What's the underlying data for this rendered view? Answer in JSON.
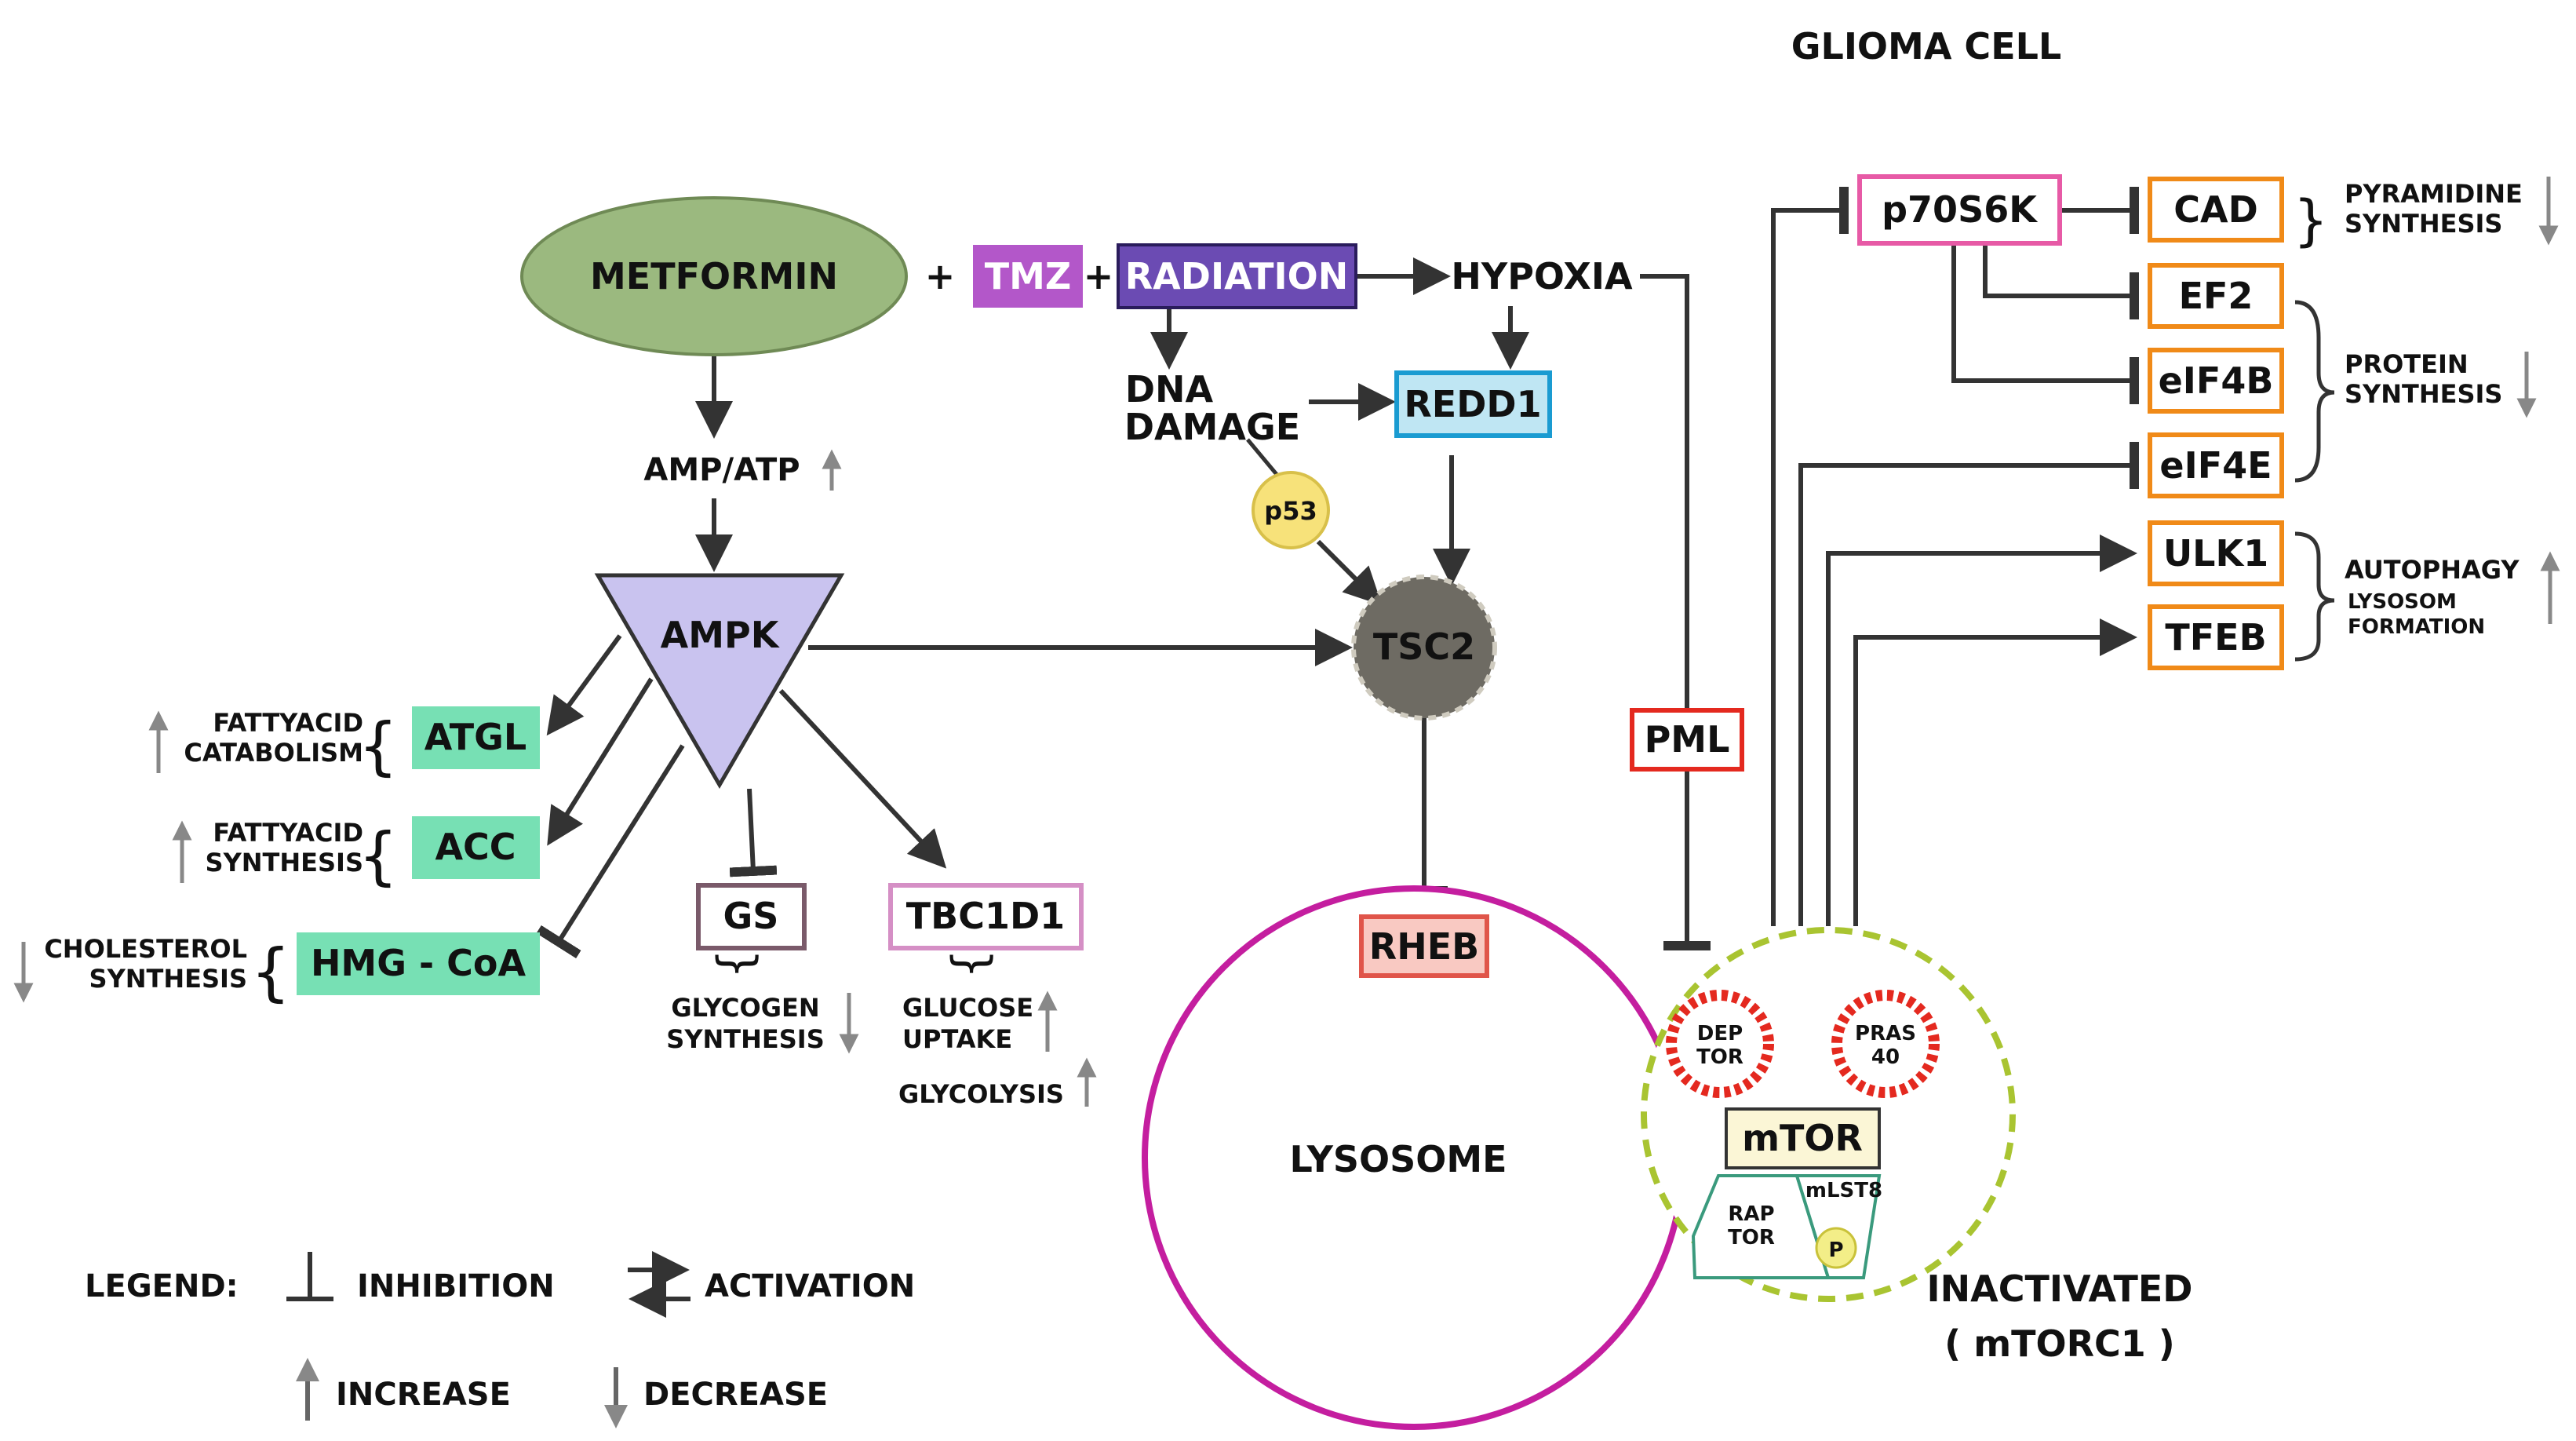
{
  "title": "GLIOMA CELL",
  "drugs": {
    "metformin": "METFORMIN",
    "plus1": "+",
    "tmz": "TMZ",
    "plus2": "+",
    "radiation": "RADIATION"
  },
  "nodes": {
    "hypoxia": "HYPOXIA",
    "dna_damage_1": "DNA",
    "dna_damage_2": "DAMAGE",
    "redd1": "REDD1",
    "p53": "p53",
    "amp_atp": "AMP/ATP",
    "ampk": "AMPK",
    "tsc2": "TSC2",
    "pml": "PML",
    "rheb": "RHEB",
    "lysosome": "LYSOSOME",
    "atgl": "ATGL",
    "acc": "ACC",
    "hmg_coa": "HMG - CoA",
    "gs": "GS",
    "tbc1d1": "TBC1D1",
    "p70s6k": "p70S6K",
    "cad": "CAD",
    "ef2": "EF2",
    "eif4b": "eIF4B",
    "eif4e": "eIF4E",
    "ulk1": "ULK1",
    "tfeb": "TFEB"
  },
  "effects": {
    "fatty_catabolism": [
      "FATTYACID",
      "CATABOLISM"
    ],
    "fatty_synthesis": [
      "FATTYACID",
      "SYNTHESIS"
    ],
    "cholesterol": [
      "CHOLESTEROL",
      "SYNTHESIS"
    ],
    "glycogen": [
      "GLYCOGEN",
      "SYNTHESIS"
    ],
    "glucose": [
      "GLUCOSE",
      "UPTAKE"
    ],
    "glycolysis": "GLYCOLYSIS",
    "pyramidine": [
      "PYRAMIDINE",
      "SYNTHESIS"
    ],
    "protein": [
      "PROTEIN",
      "SYNTHESIS"
    ],
    "autophagy": [
      "AUTOPHAGY",
      "LYSOSOM",
      "FORMATION"
    ]
  },
  "mtorc1": {
    "deptor": [
      "DEP",
      "TOR"
    ],
    "pras40": [
      "PRAS",
      "40"
    ],
    "mtor": "mTOR",
    "raptor": [
      "RAP",
      "TOR"
    ],
    "mlst8": "mLST8",
    "p": "P",
    "label1": "INACTIVATED",
    "label2": "( mTORC1 )"
  },
  "legend": {
    "title": "LEGEND:",
    "inhibition": "INHIBITION",
    "activation": "ACTIVATION",
    "increase": "INCREASE",
    "decrease": "DECREASE"
  },
  "colors": {
    "metformin": "#9bb97f",
    "tmz": "#b357c9",
    "radiation": "#6b4bb3",
    "ampk": "#c9c3ef",
    "tsc2": "#6e6b63",
    "p53": "#f7e27a",
    "green_box": "#77e0b4",
    "redd1": "#bfe6f3",
    "lysosome": "#c41e9f",
    "mtorc1_ring": "#a9c431",
    "red": "#e4291f",
    "orange": "#f08a18",
    "pink": "#e75aa6"
  }
}
